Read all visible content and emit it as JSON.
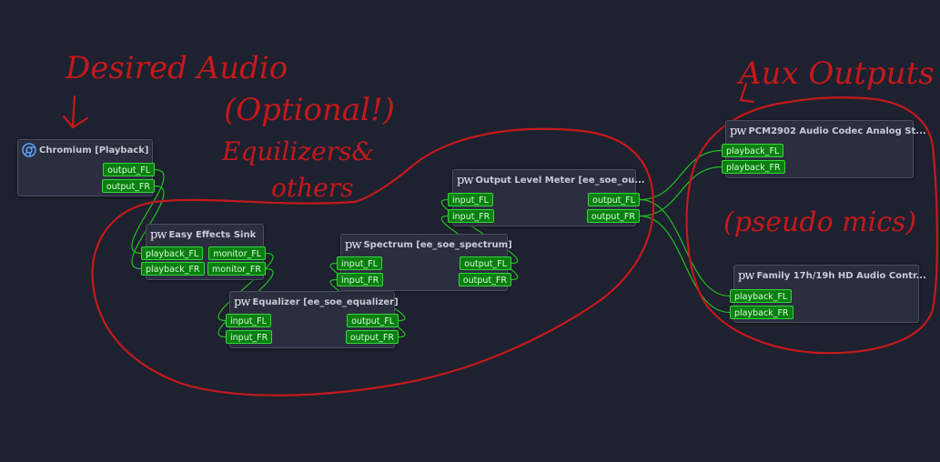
{
  "colors": {
    "background": "#1e212f",
    "node_bg": "#2b2e3f",
    "port_bg": "#0a7f10",
    "port_border": "#35d53d",
    "link": "#20c020",
    "annotation": "#c4191b"
  },
  "nodes": {
    "chromium": {
      "icon": "chromium-icon",
      "title": "Chromium [Playback]",
      "ports": {
        "out_fl": "output_FL",
        "out_fr": "output_FR"
      }
    },
    "easy_effects": {
      "icon": "pipewire-icon",
      "icon_text": "pw",
      "title": "Easy Effects Sink",
      "ports": {
        "in_fl": "playback_FL",
        "in_fr": "playback_FR",
        "mon_fl": "monitor_FL",
        "mon_fr": "monitor_FR"
      }
    },
    "equalizer": {
      "icon": "pipewire-icon",
      "icon_text": "pw",
      "title": "Equalizer [ee_soe_equalizer]",
      "ports": {
        "in_fl": "input_FL",
        "in_fr": "input_FR",
        "out_fl": "output_FL",
        "out_fr": "output_FR"
      }
    },
    "spectrum": {
      "icon": "pipewire-icon",
      "icon_text": "pw",
      "title": "Spectrum [ee_soe_spectrum]",
      "ports": {
        "in_fl": "input_FL",
        "in_fr": "input_FR",
        "out_fl": "output_FL",
        "out_fr": "output_FR"
      }
    },
    "level_meter": {
      "icon": "pipewire-icon",
      "icon_text": "pw",
      "title": "Output Level Meter [ee_soe_ou...",
      "ports": {
        "in_fl": "input_FL",
        "in_fr": "input_FR",
        "out_fl": "output_FL",
        "out_fr": "output_FR"
      }
    },
    "pcm2902": {
      "icon": "pipewire-icon",
      "icon_text": "pw",
      "title": "PCM2902 Audio Codec Analog St...",
      "ports": {
        "in_fl": "playback_FL",
        "in_fr": "playback_FR"
      }
    },
    "family_hd": {
      "icon": "pipewire-icon",
      "icon_text": "pw",
      "title": "Family 17h/19h HD Audio Contr...",
      "ports": {
        "in_fl": "playback_FL",
        "in_fr": "playback_FR"
      }
    }
  },
  "annotations": {
    "desired_audio": "Desired Audio",
    "optional": "(Optional!)",
    "equalizers": "Equilizers&",
    "others": "others",
    "aux_outputs": "Aux Outputs",
    "pseudo_mics": "(pseudo mics)"
  }
}
